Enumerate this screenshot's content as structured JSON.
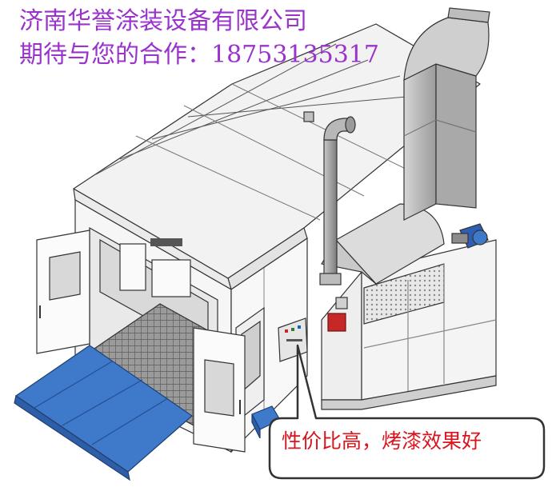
{
  "header": {
    "company_name": "济南华誉涂装设备有限公司",
    "contact_line": "期待与您的合作：18753135317"
  },
  "callout": {
    "text": "性价比高，烤漆效果好"
  },
  "colors": {
    "headline": "#9a33cc",
    "callout_text": "#d9141c",
    "callout_border": "#333333",
    "ramp_blue": "#3f79c9",
    "grate_gray": "#8a8a8a",
    "booth_panel": "#f4f4f4",
    "duct_gray": "#c9c9c9"
  },
  "illustration": {
    "subject": "paint-spray-booth",
    "icons": [
      "spray-booth-illustration",
      "exhaust-chimney-icon",
      "air-duct-icon",
      "control-box-icon",
      "fan-motor-icon",
      "entry-ramp-icon"
    ]
  }
}
